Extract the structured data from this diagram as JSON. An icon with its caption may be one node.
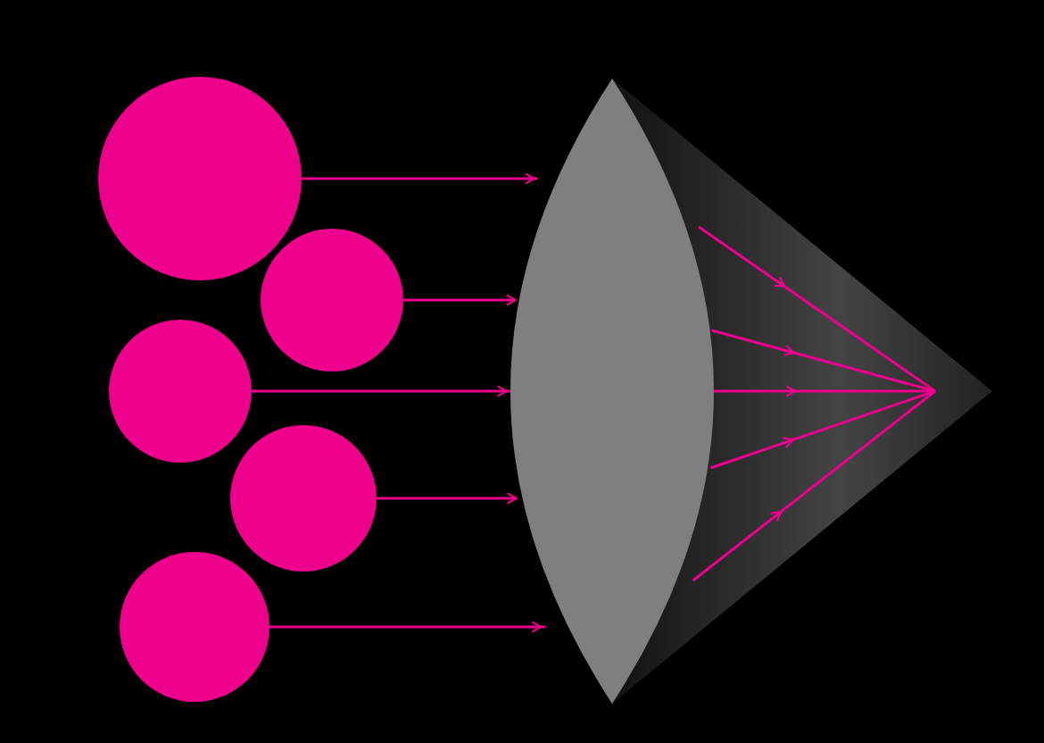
{
  "diagram": {
    "nodes": [
      {
        "text": [],
        "shape": "circle"
      },
      {
        "text": [],
        "shape": "circle"
      },
      {
        "text": [],
        "shape": "circle"
      },
      {
        "text": [],
        "shape": "circle"
      },
      {
        "text": [],
        "shape": "circle"
      },
      {
        "text": [],
        "shape": "lens"
      },
      {
        "text": [],
        "shape": "triangle"
      }
    ],
    "edges": [
      {
        "from": 0,
        "to": 5,
        "arrow": "to"
      },
      {
        "from": 1,
        "to": 5,
        "arrow": "to"
      },
      {
        "from": 2,
        "to": 5,
        "arrow": "to"
      },
      {
        "from": 3,
        "to": 5,
        "arrow": "to"
      },
      {
        "from": 4,
        "to": 5,
        "arrow": "to"
      },
      {
        "from": 5,
        "to": 6,
        "arrow": "to"
      },
      {
        "from": 5,
        "to": 6,
        "arrow": "to"
      },
      {
        "from": 5,
        "to": 6,
        "arrow": "to"
      },
      {
        "from": 5,
        "to": 6,
        "arrow": "to"
      },
      {
        "from": 5,
        "to": 6,
        "arrow": "to"
      }
    ]
  }
}
